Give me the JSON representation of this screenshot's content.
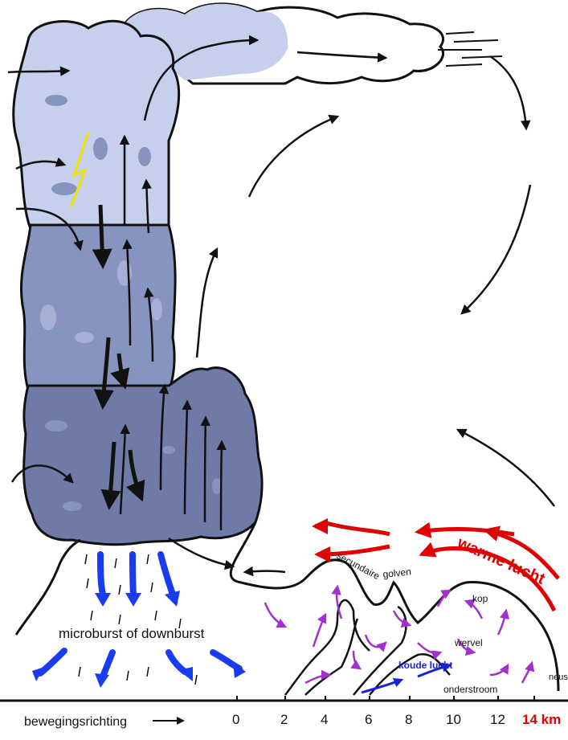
{
  "labels": {
    "microburst": "microburst of downburst",
    "warm_air": "warme lucht",
    "secondary": "secundaire",
    "waves": "golven",
    "head": "kop",
    "vortex": "wervel",
    "cold_air": "koude lucht",
    "undercurrent": "onderstroom",
    "nose": "neus",
    "direction": "bewegingsrichting"
  },
  "axis": {
    "ticks": [
      "0",
      "2",
      "4",
      "6",
      "8",
      "10",
      "12",
      "14 km"
    ]
  },
  "colors": {
    "cloud_top": "#c6d0ec",
    "cloud_mid": "#8794bf",
    "cloud_low": "#6f7aa6",
    "downdraft": "#1a3cf0",
    "warm_air": "#e00000",
    "cold_air": "#1a22d8",
    "vortex": "#a22fd0",
    "lightning": "#f2e200"
  }
}
